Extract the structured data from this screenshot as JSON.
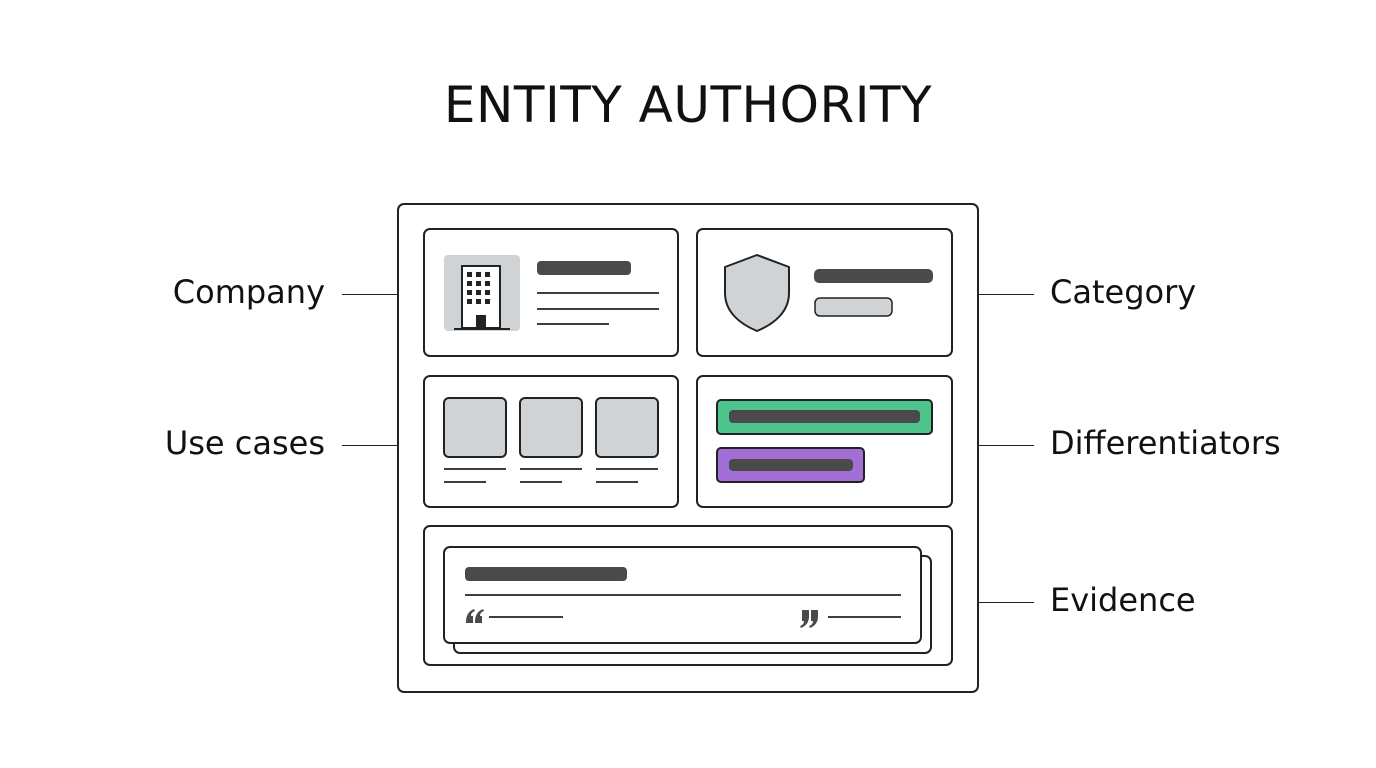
{
  "title": "ENTITY AUTHORITY",
  "labels": {
    "company": "Company",
    "category": "Category",
    "use_cases": "Use cases",
    "differentiators": "Differentiators",
    "evidence": "Evidence"
  },
  "colors": {
    "outline": "#222222",
    "placeholder_dark": "#4a4a4a",
    "placeholder_light": "#d0d3d6",
    "differentiator_green": "#4fc58e",
    "differentiator_purple": "#a36fd6"
  },
  "icons": {
    "company": "building-icon",
    "category": "shield-icon",
    "evidence_open": "open-quote-icon",
    "evidence_close": "close-quote-icon"
  }
}
